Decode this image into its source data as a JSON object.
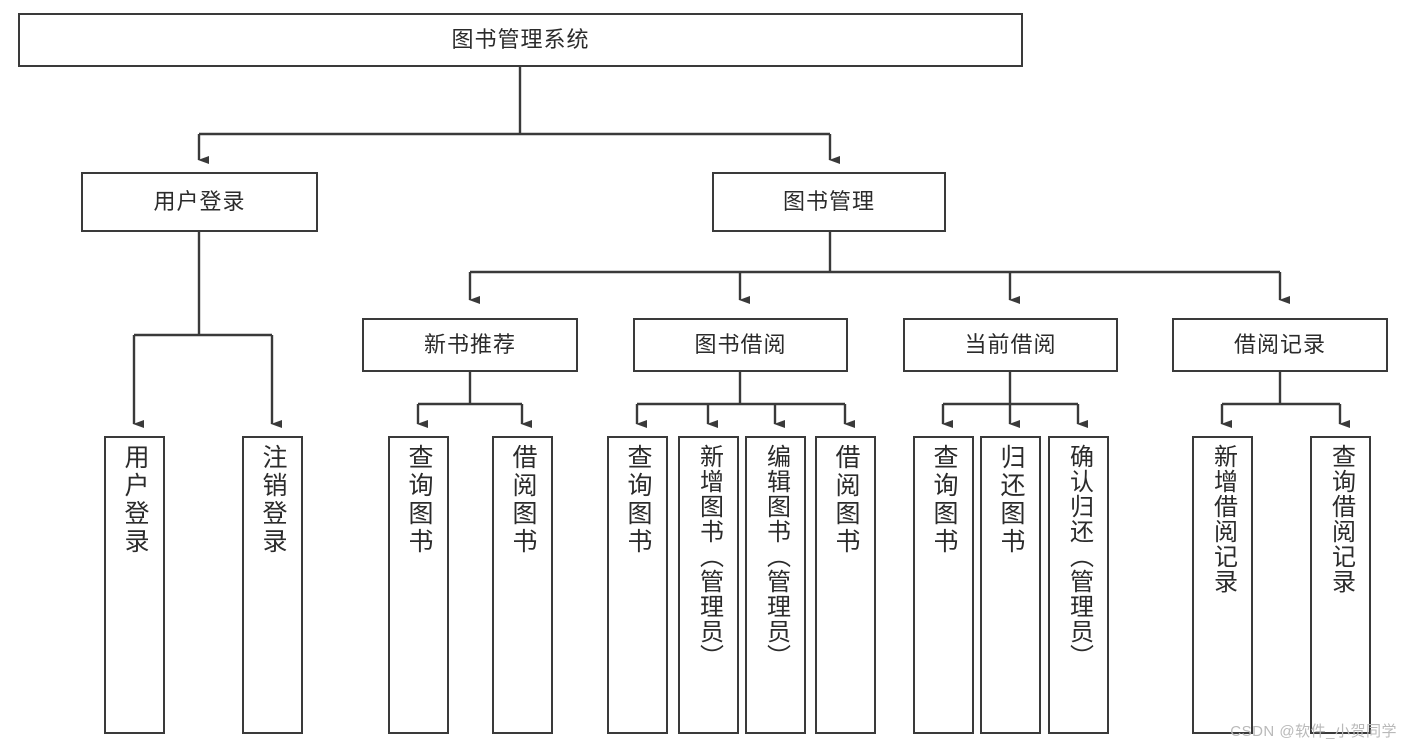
{
  "diagram": {
    "title": "图书管理系统",
    "type": "tree-hierarchy-diagram",
    "root": {
      "label": "图书管理系统"
    },
    "level2": [
      {
        "label": "用户登录"
      },
      {
        "label": "图书管理"
      }
    ],
    "level3": [
      {
        "label": "新书推荐"
      },
      {
        "label": "图书借阅"
      },
      {
        "label": "当前借阅"
      },
      {
        "label": "借阅记录"
      }
    ],
    "leaves": {
      "user_login": [
        {
          "label": "用户登录"
        },
        {
          "label": "注销登录"
        }
      ],
      "new_book_recommend": [
        {
          "label": "查询图书"
        },
        {
          "label": "借阅图书"
        }
      ],
      "book_borrow": [
        {
          "label": "查询图书"
        },
        {
          "label": "新增图书（管理员）"
        },
        {
          "label": "编辑图书（管理员）"
        },
        {
          "label": "借阅图书"
        }
      ],
      "current_borrow": [
        {
          "label": "查询图书"
        },
        {
          "label": "归还图书"
        },
        {
          "label": "确认归还（管理员）"
        }
      ],
      "borrow_record": [
        {
          "label": "新增借阅记录"
        },
        {
          "label": "查询借阅记录"
        }
      ]
    }
  },
  "watermark": {
    "text": "CSDN @软件_小贺同学"
  },
  "colors": {
    "border": "#3a3a3a",
    "text": "#2b2b2b",
    "background": "#ffffff",
    "watermark": "#b9b9b9"
  }
}
